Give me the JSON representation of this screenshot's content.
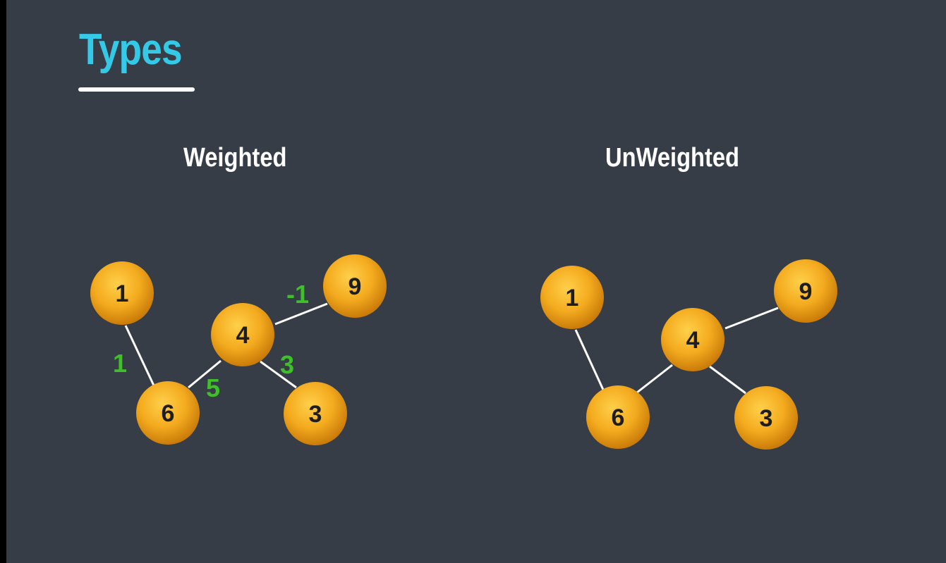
{
  "title": "Types",
  "colors": {
    "background": "#373d46",
    "title": "#35c9e8",
    "node_fill": "#f3a81f",
    "edge": "#ffffff",
    "weight": "#3fbf2a"
  },
  "weighted": {
    "heading": "Weighted",
    "nodes": [
      {
        "id": "n1",
        "label": "1"
      },
      {
        "id": "n6",
        "label": "6"
      },
      {
        "id": "n4",
        "label": "4"
      },
      {
        "id": "n9",
        "label": "9"
      },
      {
        "id": "n3",
        "label": "3"
      }
    ],
    "edges": [
      {
        "from": "1",
        "to": "6",
        "weight": "1"
      },
      {
        "from": "6",
        "to": "4",
        "weight": "5"
      },
      {
        "from": "4",
        "to": "9",
        "weight": "-1"
      },
      {
        "from": "4",
        "to": "3",
        "weight": "3"
      }
    ]
  },
  "unweighted": {
    "heading": "UnWeighted",
    "nodes": [
      {
        "id": "n1",
        "label": "1"
      },
      {
        "id": "n6",
        "label": "6"
      },
      {
        "id": "n4",
        "label": "4"
      },
      {
        "id": "n9",
        "label": "9"
      },
      {
        "id": "n3",
        "label": "3"
      }
    ],
    "edges": [
      {
        "from": "1",
        "to": "6"
      },
      {
        "from": "6",
        "to": "4"
      },
      {
        "from": "4",
        "to": "9"
      },
      {
        "from": "4",
        "to": "3"
      }
    ]
  }
}
